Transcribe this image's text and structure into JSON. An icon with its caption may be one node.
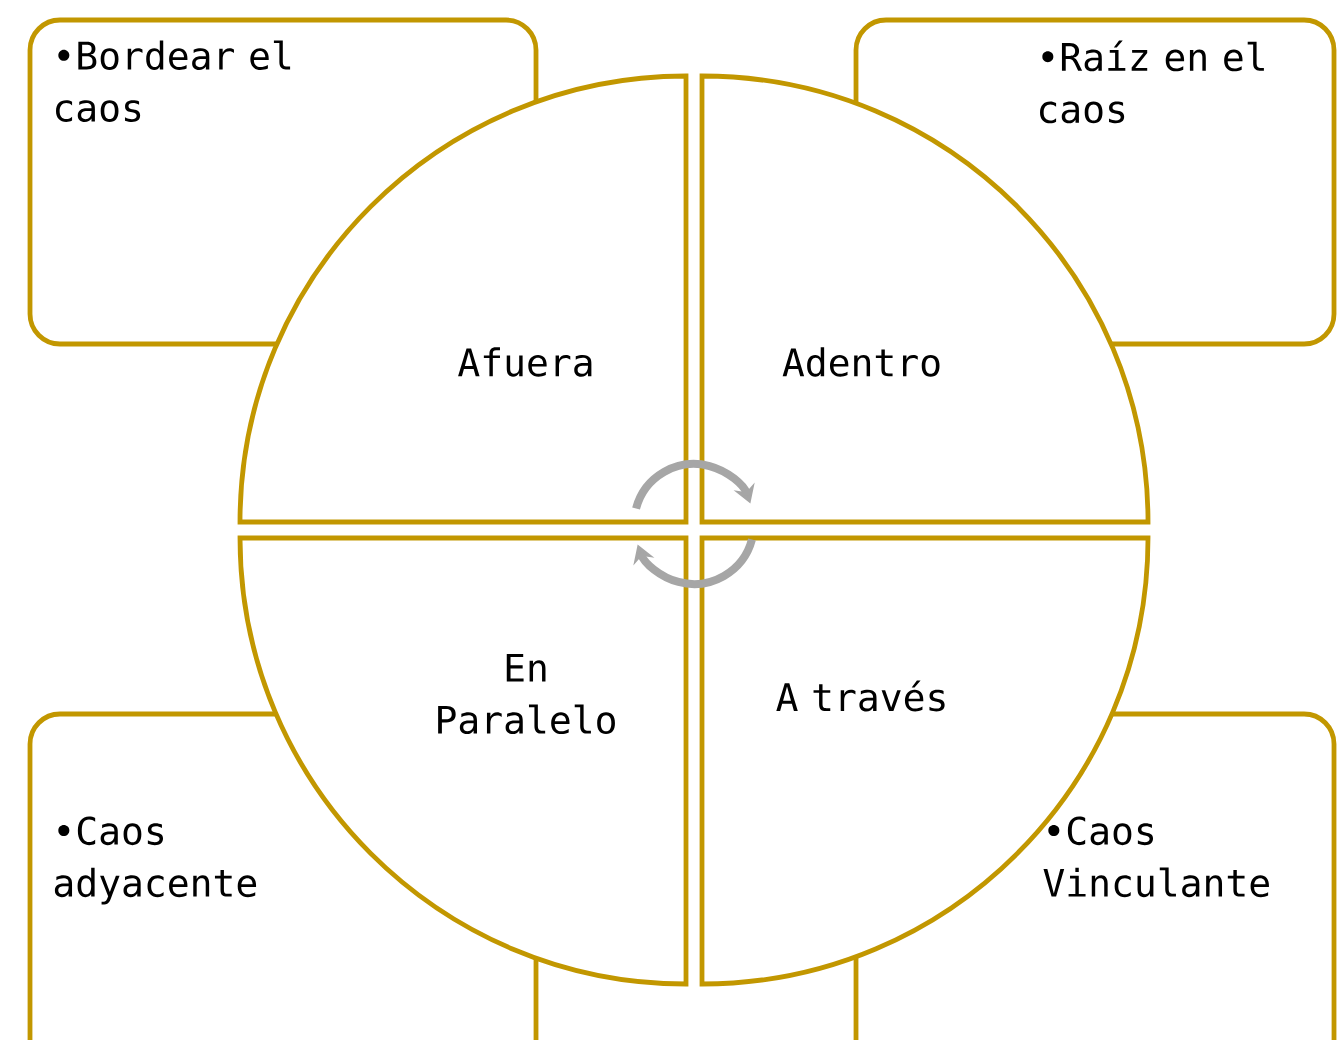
{
  "diagram": {
    "nodes": [
      {
        "text": [
          "•Bordear el caos"
        ]
      },
      {
        "text": [
          "•Raíz en el caos"
        ]
      },
      {
        "text": [
          "Afuera"
        ]
      },
      {
        "text": [
          "Adentro"
        ]
      },
      {
        "text": [
          "En Paralelo"
        ]
      },
      {
        "text": [
          "A través"
        ]
      },
      {
        "text": [
          "•Caos adyacente"
        ]
      },
      {
        "text": [
          "•Caos Vinculante"
        ]
      }
    ],
    "edges": [
      {
        "from": 2,
        "to": 3,
        "arrow": "to",
        "color": "#a6a6a6"
      },
      {
        "from": 5,
        "to": 4,
        "arrow": "to",
        "color": "#a6a6a6"
      }
    ]
  }
}
